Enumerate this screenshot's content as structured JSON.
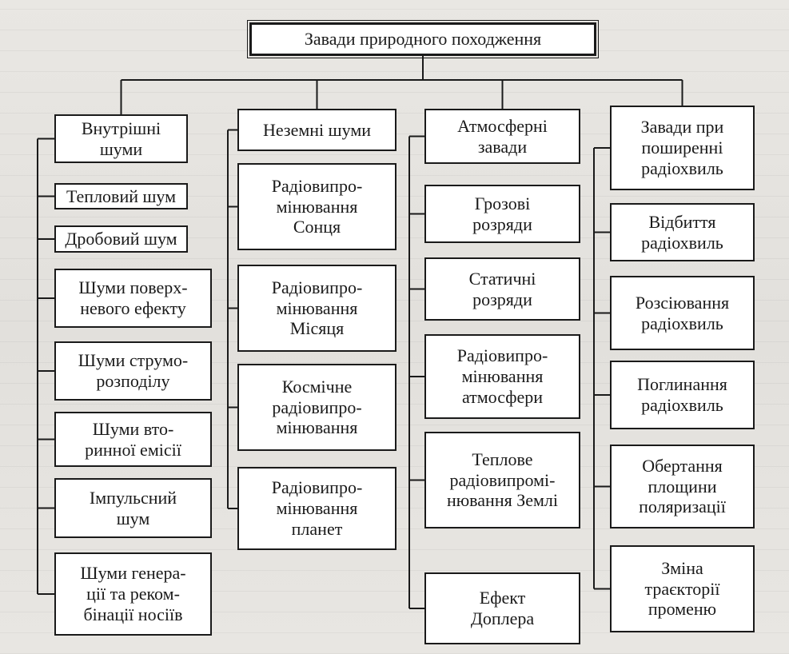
{
  "root": {
    "label": "Завади природного походження"
  },
  "columns": [
    {
      "header": "Внутрішні\nшуми",
      "items": [
        "Тепловий шум",
        "Дробовий шум",
        "Шуми поверх-\nневого ефекту",
        "Шуми струмо-\nрозподілу",
        "Шуми вто-\nринної емісії",
        "Імпульсний\nшум",
        "Шуми генера-\nції та реком-\nбінації носіїв"
      ]
    },
    {
      "header": "Неземні шуми",
      "items": [
        "Радіовипро-\nмінювання\nСонця",
        "Радіовипро-\nмінювання\nМісяця",
        "Космічне\nрадіовипро-\nмінювання",
        "Радіовипро-\nмінювання\nпланет"
      ]
    },
    {
      "header": "Атмосферні\nзавади",
      "items": [
        "Грозові\nрозряди",
        "Статичні\nрозряди",
        "Радіовипро-\nмінювання\nатмосфери",
        "Теплове\nрадіовипромі-\nнювання Землі",
        "Ефект\nДоплера"
      ]
    },
    {
      "header": "Завади при\nпоширенні\nрадіохвиль",
      "items": [
        "Відбиття\nрадіохвиль",
        "Розсіювання\nрадіохвиль",
        "Поглинання\nрадіохвиль",
        "Обертання\nплощини\nполяризації",
        "Зміна\nтраєкторії\nпроменю"
      ]
    }
  ]
}
